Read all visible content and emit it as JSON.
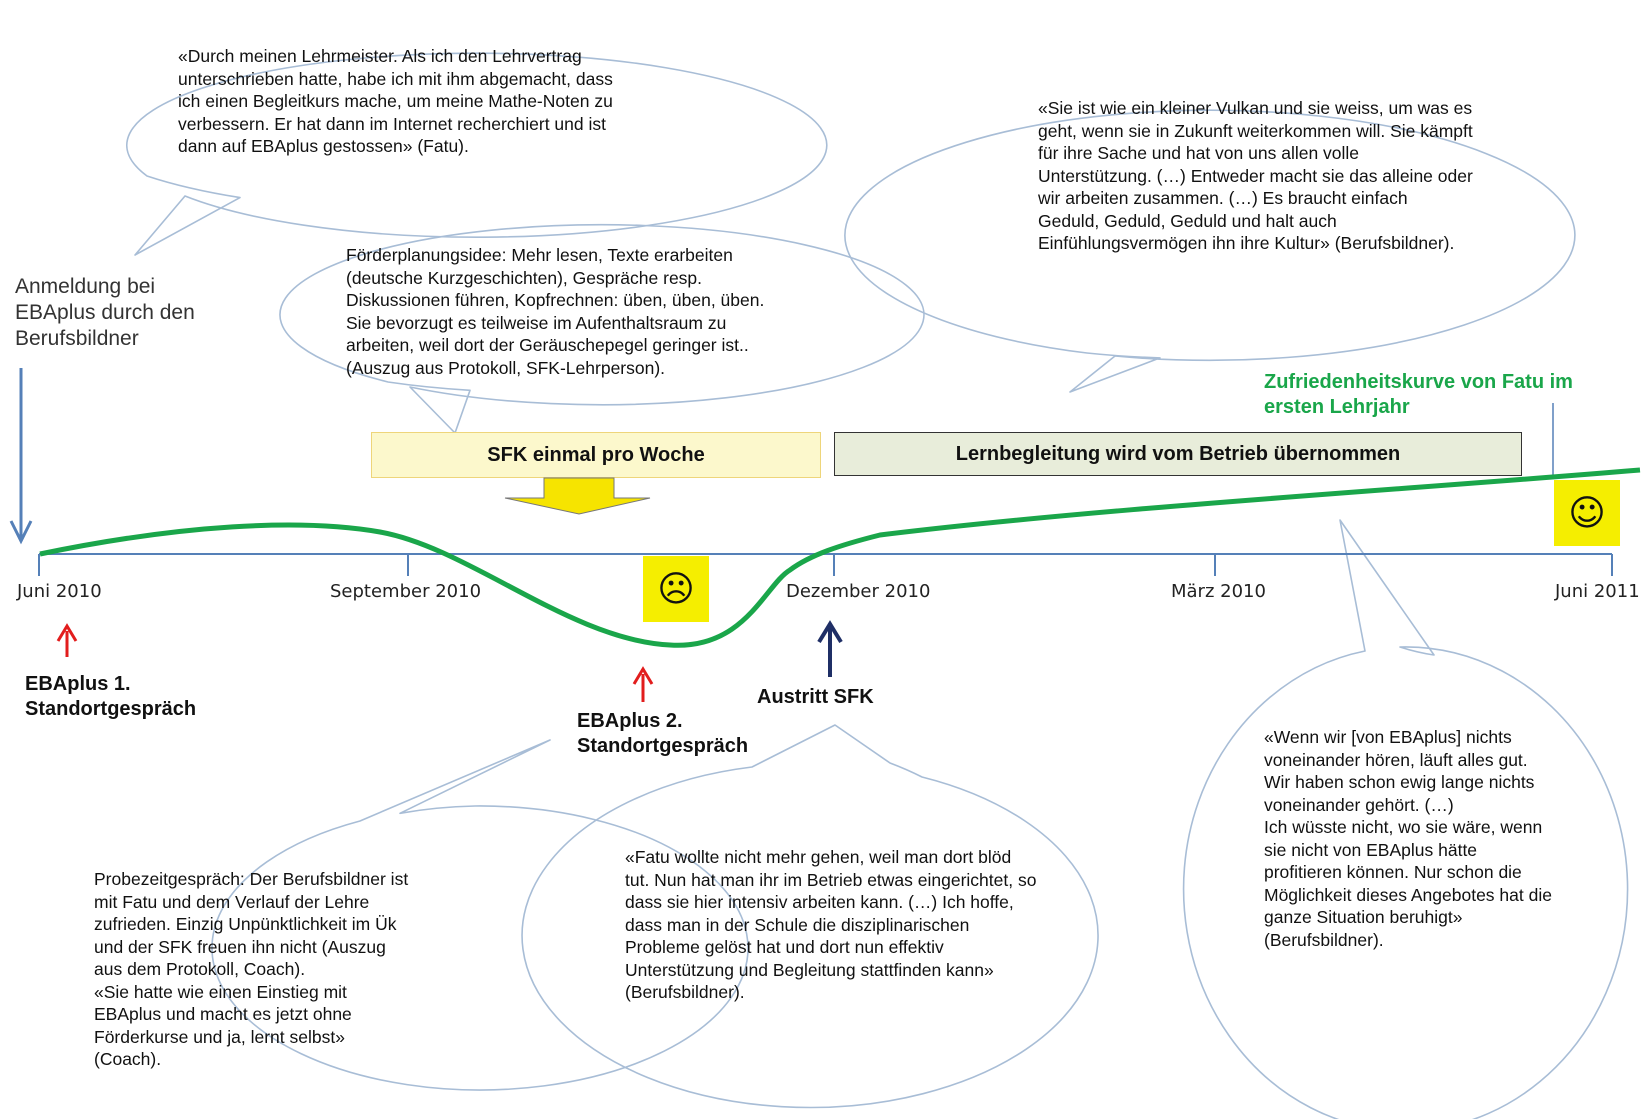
{
  "colors": {
    "curve": "#1aa64a",
    "timeline": "#5580b8",
    "bubble_outline": "#a8bdd6",
    "event_arrow": "#e21d1d",
    "exit_arrow": "#1f2f66",
    "band_sfk_fill": "#fcf8cc",
    "band_sfk_border": "#eed57a",
    "band_lern_fill": "#e8edda",
    "band_lern_border": "#333333",
    "smiley_fill": "#f5ee00",
    "down_arrow_fill": "#f6e400"
  },
  "bubbles": {
    "fatu_quote": "«Durch meinen Lehrmeister. Als ich den Lehrvertrag\nunterschrieben hatte, habe ich mit ihm abgemacht, dass\nich einen Begleitkurs mache, um meine Mathe-Noten zu\nverbessern. Er hat dann im Internet recherchiert und ist\ndann auf EBAplus gestossen» (Fatu).",
    "foerderplanung": "Förderplanungsidee: Mehr lesen, Texte erarbeiten\n(deutsche Kurzgeschichten), Gespräche resp.\nDiskussionen führen, Kopfrechnen: üben, üben, üben.\nSie bevorzugt es teilweise im Aufenthaltsraum zu\narbeiten, weil dort der Geräuschepegel geringer ist..\n(Auszug aus Protokoll, SFK-Lehrperson).",
    "vulkan": "«Sie ist wie ein kleiner Vulkan und sie weiss, um was es\ngeht, wenn sie in Zukunft weiterkommen will. Sie kämpft\nfür ihre Sache und hat von uns allen volle\nUnterstützung. (…) Entweder macht sie das alleine oder\nwir arbeiten zusammen. (…)  Es braucht einfach\nGeduld, Geduld, Geduld und halt auch\nEinfühlungsvermögen ihn ihre Kultur» (Berufsbildner).",
    "probezeit": "Probezeitgespräch: Der Berufsbildner ist\nmit Fatu und dem Verlauf der Lehre\nzufrieden. Einzig Unpünktlichkeit im Ük\nund der SFK freuen ihn nicht (Auszug\naus dem Protokoll, Coach).\n«Sie hatte wie einen Einstieg mit\nEBAplus und macht es jetzt ohne\nFörderkurse und ja, lernt selbst»\n(Coach).",
    "schule": "«Fatu wollte nicht mehr gehen, weil man dort blöd\ntut. Nun hat man ihr im Betrieb etwas eingerichtet, so\ndass sie hier intensiv arbeiten kann. (…) Ich hoffe,\ndass man in der Schule die disziplinarischen\nProbleme gelöst hat und dort nun effektiv\nUnterstützung und Begleitung stattfinden kann»\n(Berufsbildner).",
    "voneinander": "«Wenn wir [von EBAplus] nichts\nvoneinander hören, läuft alles gut.\nWir haben schon ewig lange nichts\nvoneinander gehört. (…)\nIch wüsste nicht, wo sie wäre, wenn\nsie nicht von EBAplus hätte\nprofitieren können. Nur schon die\nMöglichkeit dieses Angebotes hat die\nganze Situation beruhigt»\n(Berufsbildner)."
  },
  "labels": {
    "anmeldung": "Anmeldung bei\nEBAplus durch den\nBerufsbildner",
    "curve_title": "Zufriedenheitskurve von Fatu im\nersten Lehrjahr"
  },
  "bands": {
    "sfk": "SFK einmal pro Woche",
    "lernbegleitung": "Lernbegleitung wird vom Betrieb übernommen"
  },
  "timeline": {
    "dates": [
      "Juni 2010",
      "September 2010",
      "Dezember 2010",
      "März 2010",
      "Juni 2011"
    ]
  },
  "events": {
    "standort1": "EBAplus 1.\nStandortgespräch",
    "standort2": "EBAplus 2.\nStandortgespräch",
    "austritt": "Austritt SFK"
  },
  "smileys": {
    "sad": "☹",
    "happy": "☺"
  },
  "icons": {
    "sad_face": "sad-face-icon",
    "happy_face": "happy-face-icon",
    "arrows": "arrow-up-icon"
  }
}
